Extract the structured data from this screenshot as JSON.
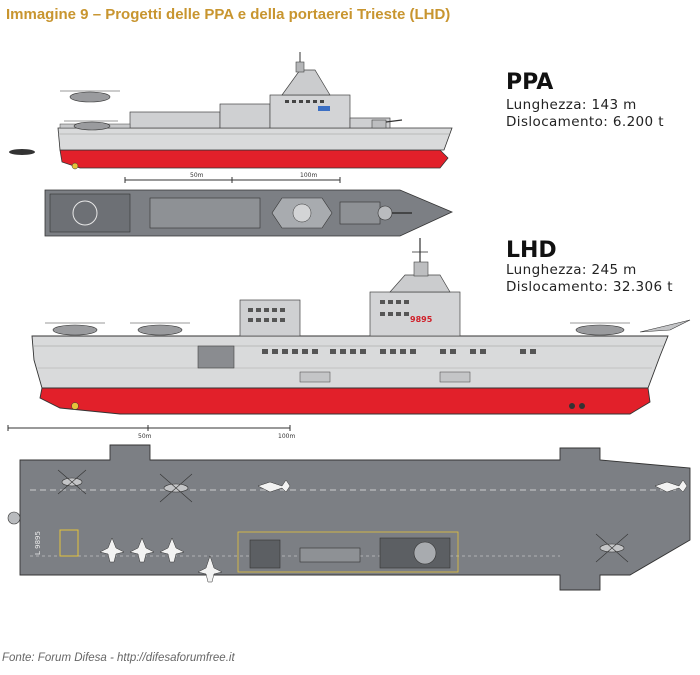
{
  "header": {
    "title": "Immagine 9 – Progetti delle PPA e della portaerei Trieste (LHD)"
  },
  "ppa": {
    "name": "PPA",
    "length": "Lunghezza: 143 m",
    "displacement": "Dislocamento: 6.200 t",
    "hull_number": "",
    "scale_labels": [
      "50m",
      "100m"
    ]
  },
  "lhd": {
    "name": "LHD",
    "length": "Lunghezza: 245 m",
    "displacement": "Dislocamento: 32.306 t",
    "hull_number": "9895",
    "deck_number": "L 9895",
    "scale_labels": [
      "50m",
      "100m"
    ]
  },
  "colors": {
    "hull_grey": "#d9dadb",
    "waterline_red": "#e2202a",
    "deck_grey": "#7c7f84",
    "title_gold": "#c8952f"
  },
  "footer": {
    "source": "Fonte: Forum Difesa - http://difesaforumfree.it"
  }
}
